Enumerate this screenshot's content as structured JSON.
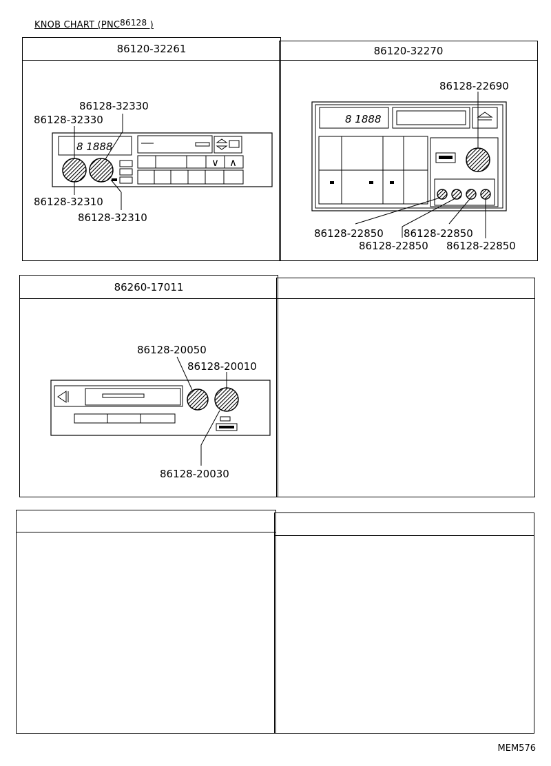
{
  "title": {
    "prefix": "KNOB  CHART (PNC",
    "pnc": "86128",
    "suffix": " )"
  },
  "drawing_code": "MEM576",
  "panels": [
    {
      "model": "86120-32261",
      "display_text": "8  1888",
      "callouts": [
        "86128-32330",
        "86128-32330",
        "86128-32310",
        "86128-32310"
      ],
      "button_glyphs": [
        "∨",
        "∧"
      ]
    },
    {
      "model": "86120-32270",
      "display_text": "8  1888",
      "callouts": [
        "86128-22690",
        "86128-22850",
        "86128-22850",
        "86128-22850",
        "86128-22850"
      ]
    },
    {
      "model": "86260-17011",
      "callouts": [
        "86128-20050",
        "86128-20010",
        "86128-20030"
      ]
    },
    {
      "model": ""
    },
    {
      "model": ""
    },
    {
      "model": ""
    }
  ]
}
